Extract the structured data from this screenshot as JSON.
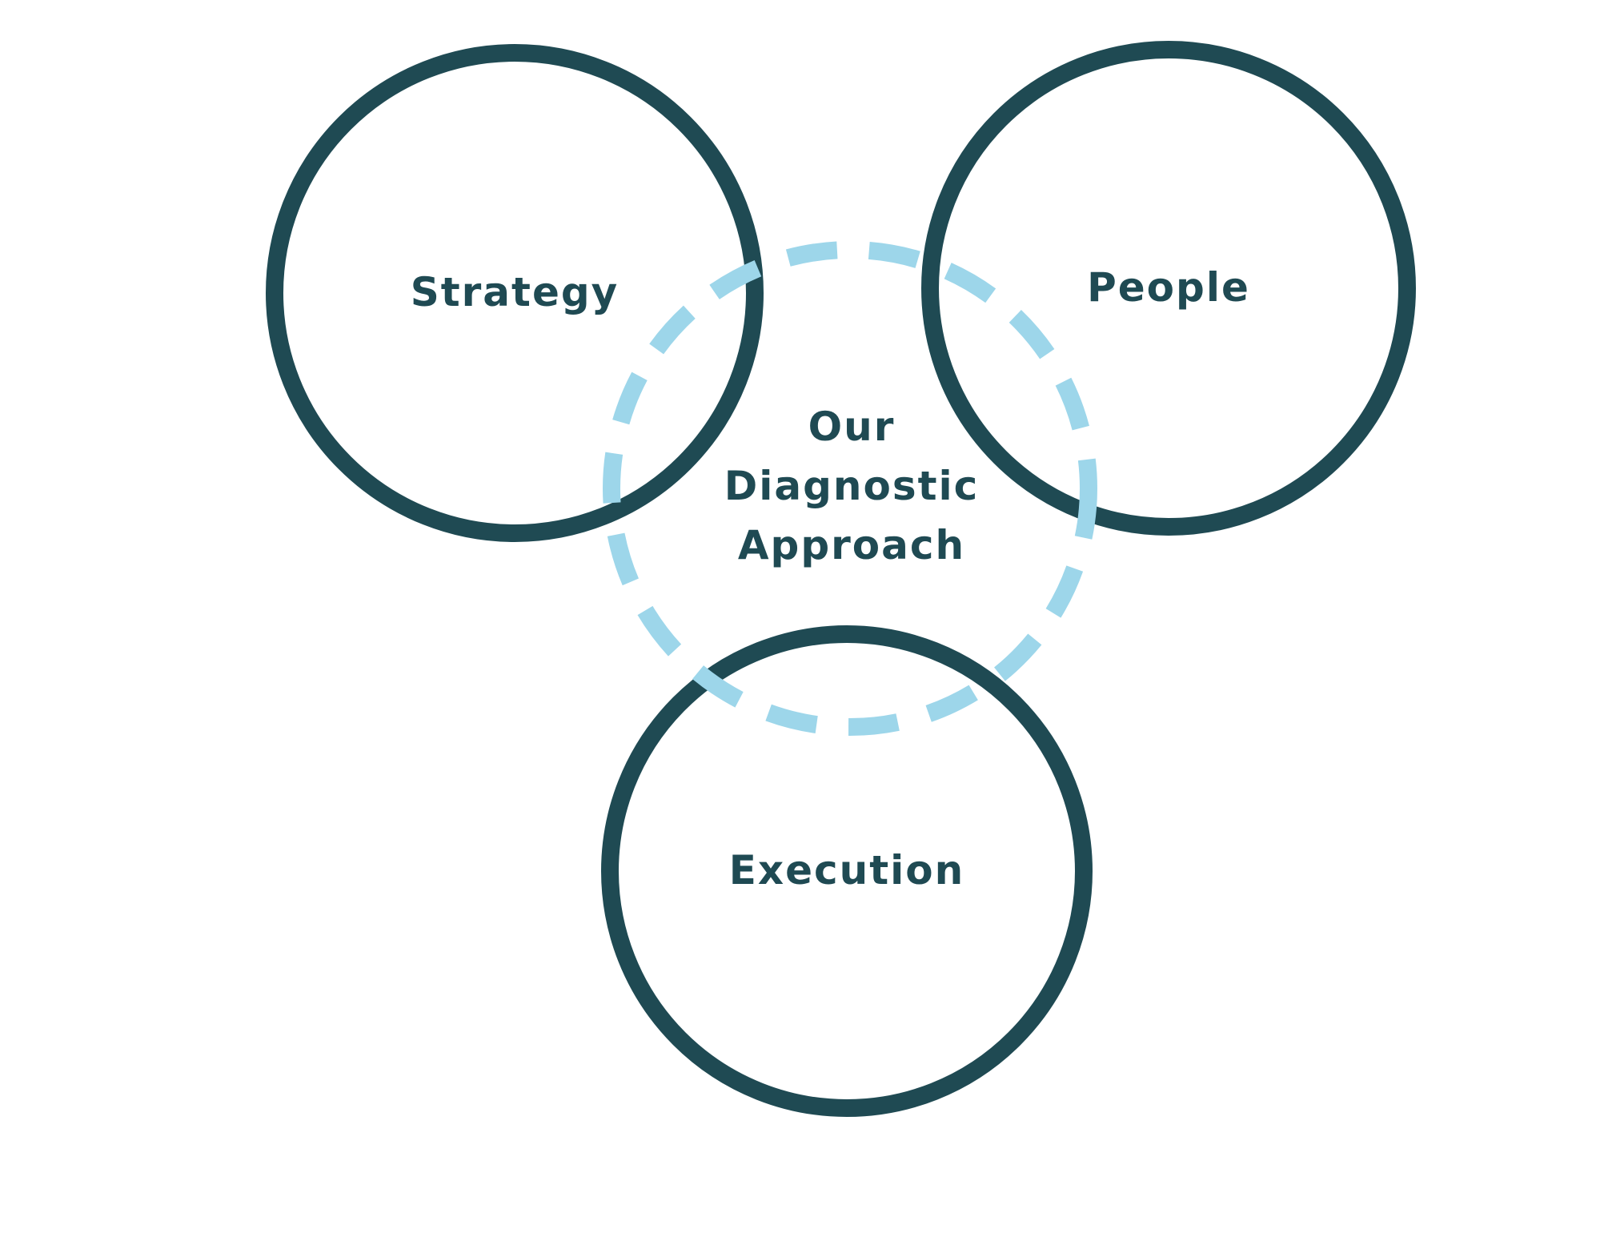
{
  "colors": {
    "ring_stroke": "#1f4a53",
    "dashed_ring_stroke": "#9dd6ea",
    "label_text": "#1f4a53",
    "background": "#ffffff"
  },
  "circles": {
    "strategy": {
      "label": "Strategy"
    },
    "people": {
      "label": "People"
    },
    "execution": {
      "label": "Execution"
    }
  },
  "center": {
    "lines": [
      "Our",
      "Diagnostic",
      "Approach"
    ]
  }
}
